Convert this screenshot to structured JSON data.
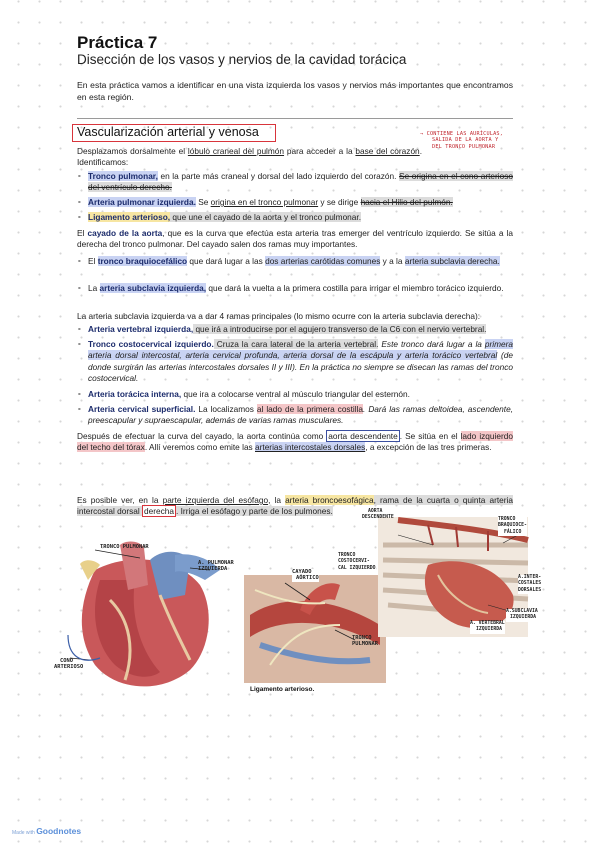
{
  "header": {
    "title": "Práctica 7",
    "subtitle": "Disección de los vasos y nervios de la cavidad torácica",
    "intro": "En esta práctica vamos a identificar en una vista izquierda los vasos y nervios más importantes que encontramos en esta región."
  },
  "section": {
    "title": "Vascularización arterial y venosa"
  },
  "margin_note": {
    "line1": "→ contiene las aurículas,",
    "line2": "salida de la aorta y",
    "line3": "del tronco pulmonar"
  },
  "text": {
    "p1_a": "Desplazamos dorsalmente el ",
    "p1_b": "lóbulo craneal del pulmón",
    "p1_c": " para acceder a la ",
    "p1_d": "base del corazón",
    "p1_e": ". Identificamos:",
    "l1_bold": "Tronco pulmonar,",
    "l1_a": " en la parte más craneal y dorsal del lado izquierdo del corazón. ",
    "l1_b": "Se origina en el cono arterioso del ventrículo derecho.",
    "l2_bold": "Arteria pulmonar izquierda.",
    "l2_a": " Se ",
    "l2_b": "origina en el tronco pulmonar",
    "l2_c": " y se dirige ",
    "l2_d": "hacia el Hilio del pulmón.",
    "l3_bold": "Ligamento arterioso,",
    "l3_a": " que une el cayado de la aorta y el tronco pulmonar.",
    "p2_bold": "cayado de la aorta",
    "p2_a": "El ",
    "p2_b": ", que es la curva que efectúa esta arteria tras emerger del ventrículo izquierdo. Se sitúa a la derecha del tronco pulmonar. Del cayado salen dos ramas muy importantes.",
    "l4_a": "El ",
    "l4_bold": "tronco braquiocefálico",
    "l4_b": " que dará lugar a las ",
    "l4_c": "dos arterias carótidas comunes",
    "l4_d": " y a la ",
    "l4_e": "arteria subclavia derecha.",
    "l5_a": "La ",
    "l5_bold": "arteria subclavia izquierda,",
    "l5_b": " que dará la vuelta a la primera costilla para irrigar el miembro torácico izquierdo.",
    "p3": "La arteria subclavia izquierda va a dar 4 ramas principales (lo mismo ocurre con la arteria subclavia derecha):",
    "l6_bold": "Arteria vertebral izquierda,",
    "l6_a": " que irá a introducirse por el agujero transverso de la C6 con el nervio vertebral.",
    "l7_bold": "Tronco costocervical izquierdo.",
    "l7_a": " Cruza la cara lateral de la arteria vertebral.",
    "l7_b": " Este tronco dará lugar a la ",
    "l7_c": "primera arteria dorsal intercostal, arteria cervical profunda, arteria dorsal de la escápula y arteria torácico vertebral",
    "l7_d": " (de donde surgirán las arterias intercostales dorsales II y III). En la práctica no siempre se disecan las ramas del tronco costocervical.",
    "l8_bold": "Arteria torácica interna,",
    "l8_a": " que ira a colocarse ventral al músculo triangular del esternón.",
    "l9_bold": "Arteria cervical superficial.",
    "l9_a": " La localizamos ",
    "l9_b": "al lado de la primera costilla",
    "l9_c": ". Dará las ramas deltoidea, ascendente, preescapular y supraescapular, además de varias ramas musculares.",
    "p4_a": "Después de efectuar la curva del cayado, la aorta continúa como ",
    "p4_b": "aorta descendente",
    "p4_c": ". Se sitúa en el ",
    "p4_d": "lado izquierdo del techo del tórax",
    "p4_e": ". Allí veremos como emite las ",
    "p4_f": "arterias intercostales dorsales",
    "p4_g": ", a excepción de las tres primeras.",
    "p5_a": "Es posible ver, en la ",
    "p5_b": "parte izquierda del esófago",
    "p5_c": ", la ",
    "p5_d": "arteria broncoesofágica",
    "p5_e": ", rama de la cuarta o quinta arteria intercostal dorsal ",
    "p5_f": "derecha",
    "p5_g": ". Irriga el esófago y parte de los pulmones."
  },
  "figures": {
    "fig1": {
      "tronco": "tronco pulmonar",
      "apulm1": "a. pulmonar",
      "apulm2": "izquierda",
      "cono1": "cono",
      "cono2": "arterioso"
    },
    "fig2": {
      "cayado1": "cayado",
      "cayado2": "aórtico",
      "tronco1": "tronco",
      "tronco2": "pulmonar",
      "caption": "Ligamento arterioso."
    },
    "fig3": {
      "aorta1": "aorta",
      "aorta2": "descendente",
      "tcc1": "tronco",
      "tcc2": "costocervi-",
      "tcc3": "cal izquierdo",
      "tbq1": "tronco",
      "tbq2": "braquioce-",
      "tbq3": "fálico",
      "aint1": "a.inter-",
      "aint2": "costales",
      "aint3": "dorsales",
      "asub1": "a.subclavia",
      "asub2": "izquierda",
      "avert1": "a. vertebral",
      "avert2": "izquierda"
    }
  },
  "footer": {
    "made": "Made with ",
    "brand": "Goodnotes"
  }
}
